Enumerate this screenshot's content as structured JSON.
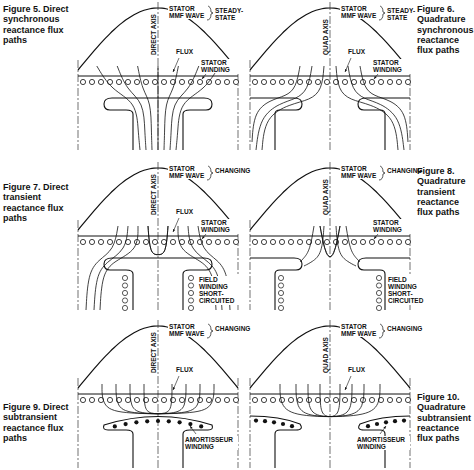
{
  "diagram": {
    "labels": [
      "Figure 5. Direct synchronous reactance flux paths",
      "DIRECT AXIS",
      "STATOR MMF WAVE",
      "STEADY-STATE",
      "FLUX",
      "STATOR WINDING",
      "QUAD AXIS",
      "STATOR MMF WAVE",
      "STEADY-STATE",
      "FLUX",
      "STATOR WINDING",
      "Figure 6. Quadrature synchronous reactance flux paths",
      "Figure 7. Direct transient reactance flux paths",
      "DIRECT AXIS",
      "STATOR MMF WAVE",
      "CHANGING",
      "FLUX",
      "STATOR WINDING",
      "FIELD WINDING SHORT-CIRCUITED",
      "QUAD AXIS",
      "STATOR MMF WAVE",
      "CHANGING",
      "STATOR WINDING",
      "FIELD WINDING SHORT-CIRCUITED",
      "Figure 8. Quadrature transient reactance flux paths",
      "Figure 9. Direct subtransient reactance flux paths",
      "DIRECT AXIS",
      "STATOR MMF WAVE",
      "CHANGING",
      "FLUX",
      "AMORTISSEUR WINDING",
      "QUAD AXIS",
      "STATOR MMF WAVE",
      "CHANGING",
      "FLUX",
      "AMORTISSEUR WINDING",
      "Figure 10. Quadrature subtransient reactance flux paths"
    ]
  }
}
